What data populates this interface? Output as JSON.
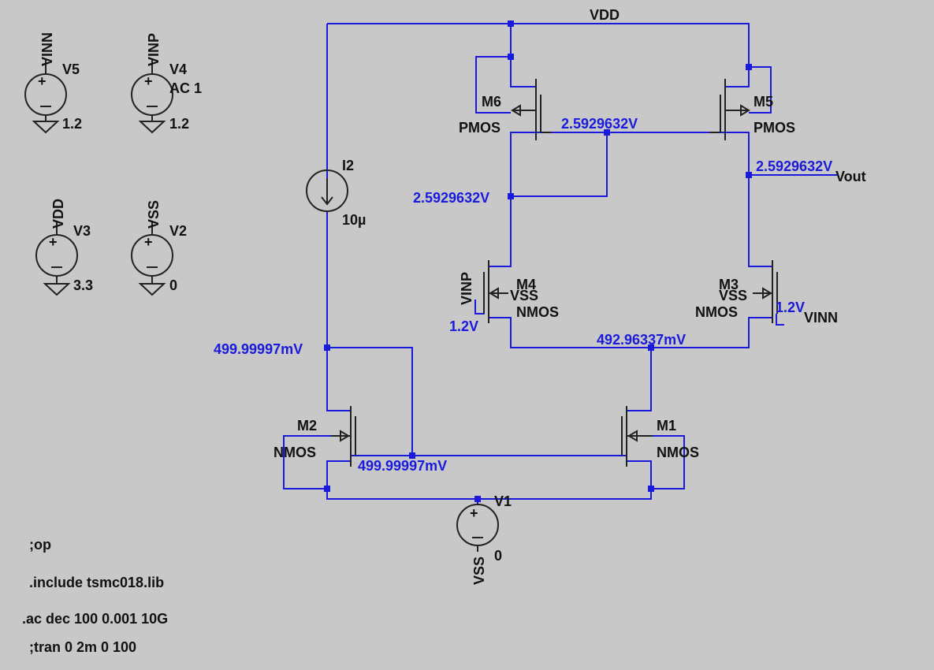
{
  "nets": {
    "vdd": "VDD",
    "vout": "Vout",
    "vinp": "VINP",
    "vinn": "VINN",
    "vss": "VSS"
  },
  "sources": [
    {
      "net": "VINN",
      "name": "V5",
      "value": "1.2",
      "extra": ""
    },
    {
      "net": "VINP",
      "name": "V4",
      "value": "1.2",
      "extra": "AC 1"
    },
    {
      "net": "VDD",
      "name": "V3",
      "value": "3.3",
      "extra": ""
    },
    {
      "net": "VSS",
      "name": "V2",
      "value": "0",
      "extra": ""
    },
    {
      "net": "VSS",
      "name": "V1",
      "value": "0",
      "extra": ""
    }
  ],
  "current_source": {
    "name": "I2",
    "value": "10µ"
  },
  "transistors": [
    {
      "name": "M6",
      "model": "PMOS"
    },
    {
      "name": "M5",
      "model": "PMOS"
    },
    {
      "name": "M4",
      "model": "NMOS"
    },
    {
      "name": "M3",
      "model": "NMOS"
    },
    {
      "name": "M2",
      "model": "NMOS"
    },
    {
      "name": "M1",
      "model": "NMOS"
    }
  ],
  "node_voltages": {
    "pmos_gate": "2.5929632V",
    "m6_drain": "2.5929632V",
    "vout": "2.5929632V",
    "m4_gate": "1.2V",
    "m3_gate": "1.2V",
    "tail": "492.96337mV",
    "bias_left": "499.99997mV",
    "bias_gate": "499.99997mV"
  },
  "directives": [
    ";op",
    ".include tsmc018.lib",
    ".ac dec 100 0.001 10G",
    ";tran 0 2m 0 100"
  ],
  "colors": {
    "background": "#c8c8c8",
    "wire": "#1a1adc",
    "component": "#222222"
  }
}
